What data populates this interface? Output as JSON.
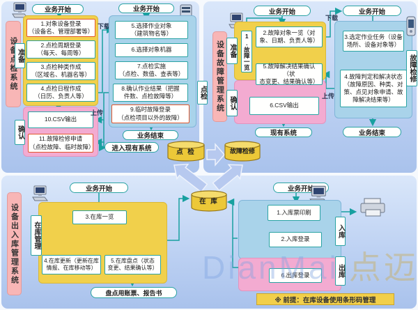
{
  "wm": {
    "en": "DianMai",
    "cn": "点迈"
  },
  "mid": {
    "db_stock": "在 库"
  },
  "tl": {
    "sys": "设备点检系统",
    "start_a": "业务开始",
    "prep": "准备",
    "confirm": "确认",
    "s1": "1.对象设备登录\n（设备名、管理部署等）",
    "s2": "2.点检周期登录\n（每天、每周等）",
    "s3": "3.点检种类作成\n（区域名、机器名等）",
    "s4": "4.点检日程作成\n（日历、负责人等）",
    "s10": "10.CSV输出",
    "s11": "11.故障检修申请\n（点检故障、临时故障）",
    "dl": "下载",
    "ul": "上传",
    "start_b": "业务开始",
    "s5": "5.选择作业对象\n（建筑物名等）",
    "s6": "6.选择对象机器",
    "s7": "7.点检实施\n（点检、数值、查表等）",
    "s8": "8.确认作业结果（把握\n件数、点检故障等）",
    "s9": "9.临时故障登录\n（点检项目以外的故障）",
    "label_inspect": "点检",
    "end": "业务结束",
    "legacy": "进入现有系统",
    "db": "点 检"
  },
  "tr": {
    "sys": "设备故障管理系统",
    "start_a": "业务开始",
    "prep": "准备",
    "confirm": "确认",
    "s1": "1.故障一览",
    "s2": "2.故障对象一览（对\n象、日期、负责人等）",
    "s5": "5.故障解决结果确认（状\n态变更、结果确认等）",
    "s6": "6.CSV输出",
    "legacy": "现有系统",
    "db": "故障检修",
    "dl": "下载",
    "ul": "上传",
    "start_b": "业务开始",
    "s3": "3.选定作业任务（设备\n场所、设备对象等）",
    "s4": "4.故障判定和解决状态\n（故障原因、种类、对\n策、点见对象申请、故\n障解决结果等）",
    "label_repair": "故障检修",
    "end": "业务结束"
  },
  "bt": {
    "sys": "设备出入库管理系统",
    "start_a": "业务开始",
    "mgmt": "在库管理",
    "s3": "3.在库一览",
    "s4": "4.在库更新（更新在库\n情报、在库移动等）",
    "s5": "5.在库盘点（状态\n变更、结果确认等）",
    "report": "盘点用账票、报告书",
    "start_b": "业务开始",
    "s1": "1.入库票印刷",
    "s2": "2.入库登录",
    "s6": "6.出库登录",
    "label_in": "入库",
    "label_out": "出库",
    "note": "※ 前提：在库设备使用条形码管理"
  }
}
